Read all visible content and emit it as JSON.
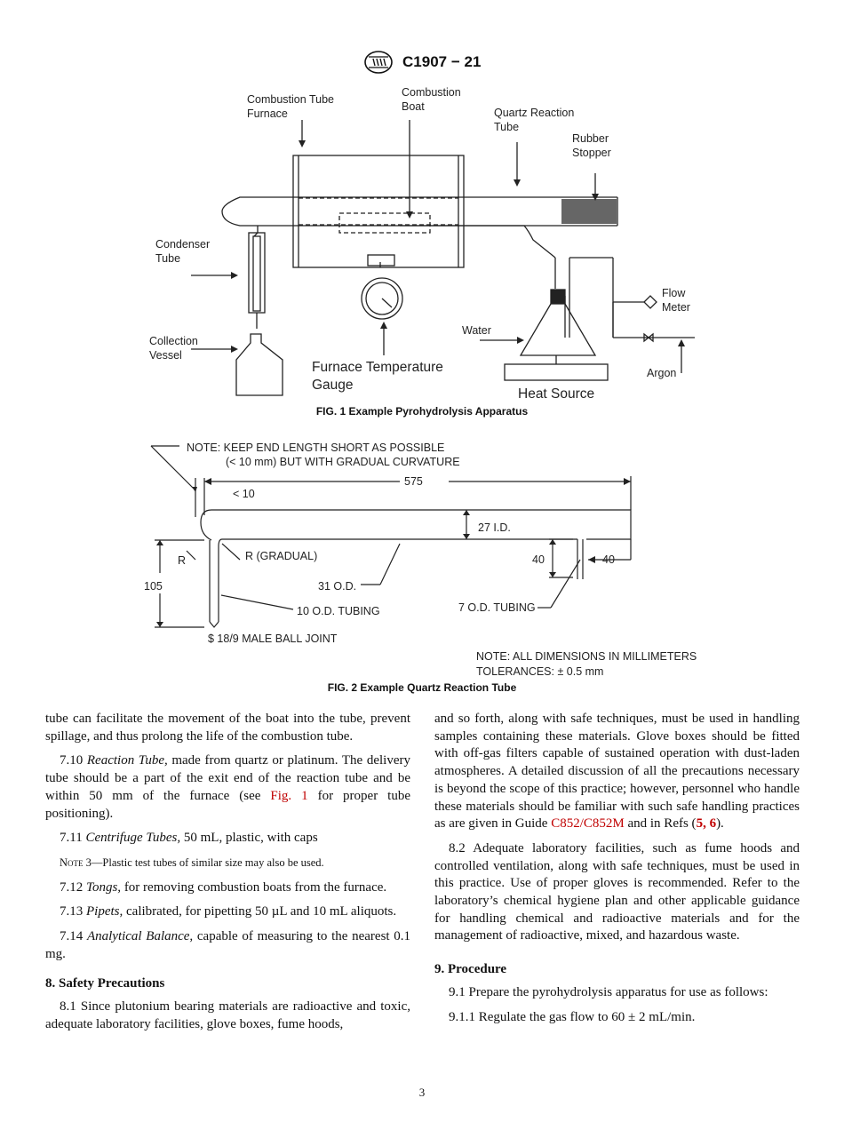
{
  "header": {
    "doc_id": "C1907 − 21"
  },
  "fig1": {
    "caption": "FIG. 1 Example Pyrohydrolysis Apparatus",
    "labels": {
      "furnace_1": "Combustion Tube",
      "furnace_2": "Furnace",
      "boat_1": "Combustion",
      "boat_2": "Boat",
      "quartz_1": "Quartz Reaction",
      "quartz_2": "Tube",
      "stopper_1": "Rubber",
      "stopper_2": "Stopper",
      "condenser_1": "Condenser",
      "condenser_2": "Tube",
      "flow_1": "Flow",
      "flow_2": "Meter",
      "collection_1": "Collection",
      "collection_2": "Vessel",
      "water": "Water",
      "gauge_1": "Furnace Temperature",
      "gauge_2": "Gauge",
      "heat": "Heat Source",
      "argon": "Argon"
    }
  },
  "fig2": {
    "caption": "FIG. 2 Example Quartz Reaction Tube",
    "labels": {
      "note_1": "NOTE: KEEP END LENGTH SHORT AS POSSIBLE",
      "note_2": "(< 10 mm) BUT WITH GRADUAL CURVATURE",
      "lt10": "< 10",
      "len575": "575",
      "id27": "27 I.D.",
      "r": "R",
      "r_gradual": "R (GRADUAL)",
      "h105": "105",
      "od31": "31 O.D.",
      "d40a": "40",
      "d40b": "40",
      "od10": "10 O.D. TUBING",
      "od7": "7 O.D. TUBING",
      "ball": "$ 18/9 MALE BALL JOINT",
      "dims_1": "NOTE:  ALL DIMENSIONS IN MILLIMETERS",
      "dims_2": "TOLERANCES: ± 0.5 mm"
    }
  },
  "left": {
    "p1": "tube can facilitate the movement of the boat into the tube, prevent spillage, and thus prolong the life of the combustion tube.",
    "p2_num": "7.10",
    "p2_term": "Reaction Tube,",
    "p2_a": "made from quartz or platinum. The delivery tube should be a part of the exit end of the reaction tube and be within 50 mm of the furnace (see",
    "p2_link": "Fig. 1",
    "p2_b": "for proper tube positioning).",
    "p3_num": "7.11",
    "p3_term": "Centrifuge Tubes,",
    "p3_text": "50 mL, plastic, with caps",
    "note_label": "Note 3",
    "note_text": "—Plastic test tubes of similar size may also be used.",
    "p4_num": "7.12",
    "p4_term": "Tongs,",
    "p4_text": "for removing combustion boats from the furnace.",
    "p5_num": "7.13",
    "p5_term": "Pipets,",
    "p5_text": "calibrated, for pipetting 50 µL and 10 mL aliquots.",
    "p6_num": "7.14",
    "p6_term": "Analytical Balance,",
    "p6_text": "capable of measuring to the nearest 0.1 mg.",
    "h8": "8. Safety Precautions",
    "p7": "8.1 Since plutonium bearing materials are radioactive and toxic, adequate laboratory facilities, glove boxes, fume hoods,"
  },
  "right": {
    "p1_a": "and so forth, along with safe techniques, must be used in handling samples containing these materials. Glove boxes should be fitted with off-gas filters capable of sustained operation with dust-laden atmospheres. A detailed discussion of all the precautions necessary is beyond the scope of this practice; however, personnel who handle these materials should be familiar with such safe handling practices as are given in Guide",
    "p1_link": "C852/C852M",
    "p1_b": "and in Refs (",
    "ref5": "5",
    "ref_sep": ",",
    "ref6": "6",
    "p1_c": ").",
    "p2": "8.2 Adequate laboratory facilities, such as fume hoods and controlled ventilation, along with safe techniques, must be used in this practice. Use of proper gloves is recommended. Refer to the laboratory’s chemical hygiene plan and other applicable guidance for handling chemical and radioactive materials and for the management of radioactive, mixed, and hazardous waste.",
    "h9": "9. Procedure",
    "p3": "9.1 Prepare the pyrohydrolysis apparatus for use as follows:",
    "p4": "9.1.1 Regulate the gas flow to 60 ± 2 mL/min."
  },
  "page_number": "3"
}
